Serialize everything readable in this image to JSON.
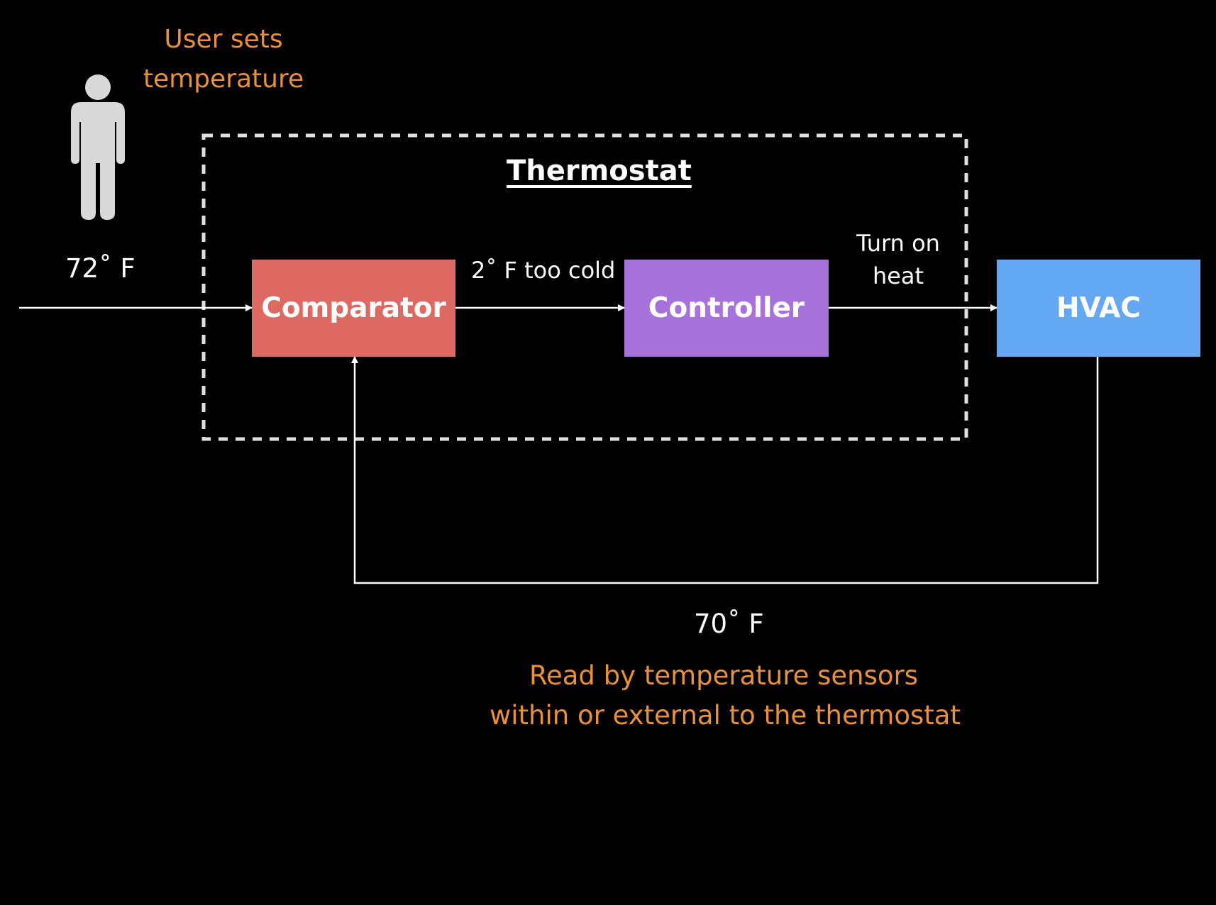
{
  "colors": {
    "background": "#000000",
    "comparator": "#dd6a62",
    "controller": "#a872dc",
    "hvac": "#64a8f4",
    "annotation": "#e8903c",
    "line": "#ffffff",
    "user_figure": "#d9d9d9"
  },
  "user": {
    "icon": "person-icon",
    "note": [
      "User sets",
      "temperature"
    ]
  },
  "thermostat": {
    "title": "Thermostat"
  },
  "blocks": {
    "comparator": "Comparator",
    "controller": "Controller",
    "hvac": "HVAC"
  },
  "signals": {
    "setpoint": "72˚ F",
    "error": "2˚ F too cold",
    "action": [
      "Turn on",
      "heat"
    ],
    "measured": "70˚ F"
  },
  "sensor_note": [
    "Read by temperature sensors",
    "within or external to the thermostat"
  ]
}
